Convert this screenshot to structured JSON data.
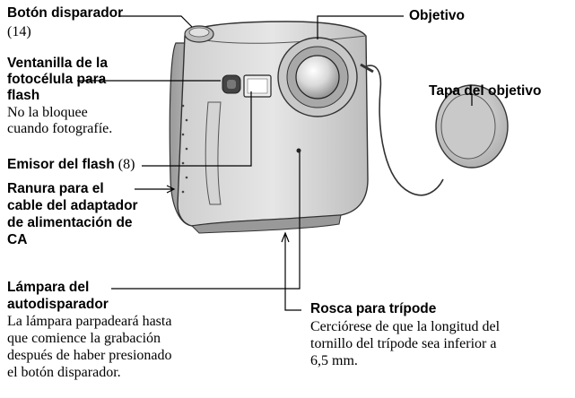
{
  "labels": {
    "shutter": {
      "title": "Botón disparador",
      "page": "(14)"
    },
    "photocell": {
      "title_lines": [
        "Ventanilla de la",
        "fotocélula para",
        "flash"
      ],
      "note_lines": [
        "No la bloquee",
        "cuando fotografíe."
      ]
    },
    "flash_emitter": {
      "title": "Emisor del flash",
      "page": "(8)"
    },
    "ac_slot": {
      "title_lines": [
        "Ranura para el",
        "cable del adaptador",
        "de alimentación de",
        "CA"
      ]
    },
    "self_timer": {
      "title_lines": [
        "Lámpara del",
        "autodisparador"
      ],
      "note_lines": [
        "La lámpara parpadeará hasta",
        "que comience la grabación",
        "después de haber presionado",
        "el botón disparador."
      ]
    },
    "lens": {
      "title": "Objetivo"
    },
    "lens_cap": {
      "title": "Tapa del objetivo"
    },
    "tripod": {
      "title": "Rosca para trípode",
      "note_lines": [
        "Cerciórese de que la longitud del",
        "tornillo del trípode sea inferior a",
        "6,5 mm."
      ]
    }
  }
}
